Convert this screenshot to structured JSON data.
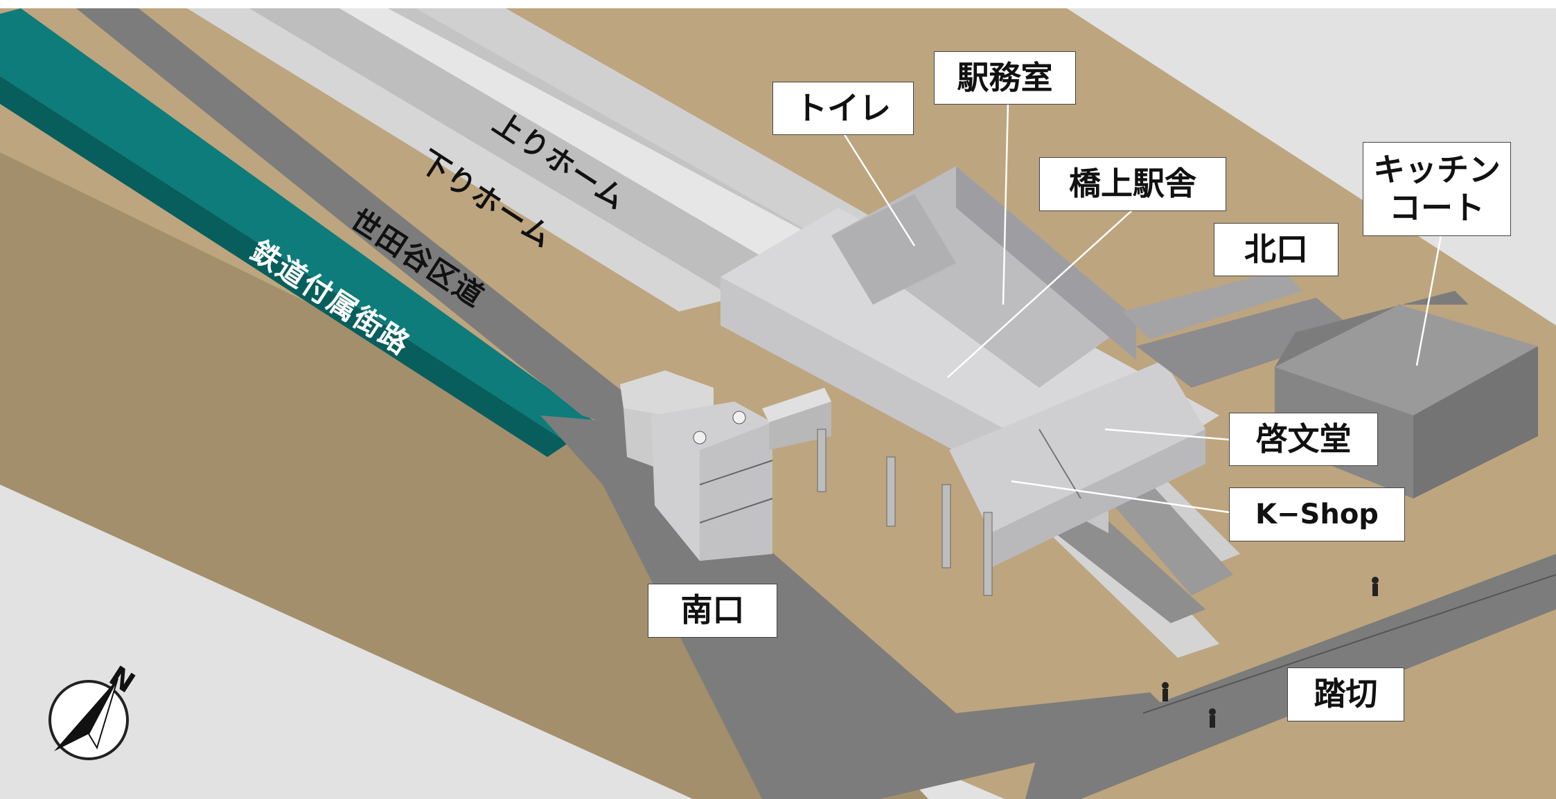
{
  "labels": {
    "toilet": "トイレ",
    "station_office": "駅務室",
    "bridge_station": "橋上駅舎",
    "kitchen_court": "キッチン\nコート",
    "north_exit": "北口",
    "keibundo": "啓文堂",
    "kshop": "K−Shop",
    "south_exit": "南口",
    "crossing": "踏切"
  },
  "diagonal_labels": {
    "up_platform": "上りホーム",
    "down_platform": "下りホーム",
    "setagaya_road": "世田谷区道",
    "rail_street": "鉄道付属街路"
  },
  "compass": {
    "letter": "N"
  },
  "colors": {
    "ground": "#bda57f",
    "ground_dark": "#a38f6c",
    "road": "#7c7c7c",
    "street": "#0d7c7a",
    "platform": "#dcdcdc",
    "building": "#c9c9cc",
    "kitchen": "#8d8d8d",
    "background": "#e2e2e2"
  }
}
